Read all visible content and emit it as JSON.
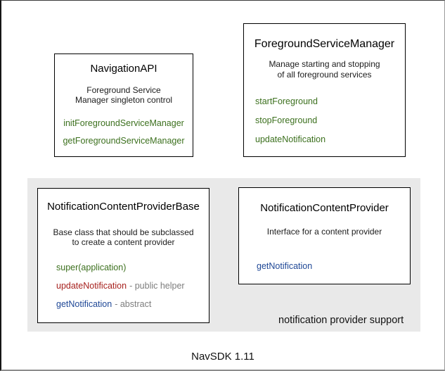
{
  "frame": {
    "footer_label": "NavSDK 1.11"
  },
  "panel": {
    "label": "notification provider support",
    "background": "#e9e9e9"
  },
  "colors": {
    "method_green": "#3c701e",
    "method_red": "#a7221f",
    "method_blue": "#1e4796",
    "suffix_gray": "#7d7d7d"
  },
  "boxes": {
    "navigation_api": {
      "title": "NavigationAPI",
      "desc_line1": "Foreground Service",
      "desc_line2": "Manager singleton control",
      "methods": [
        {
          "name": "initForegroundServiceManager"
        },
        {
          "name": "getForegroundServiceManager"
        }
      ]
    },
    "foreground_service_manager": {
      "title": "ForegroundServiceManager",
      "desc_line1": "Manage starting and stopping",
      "desc_line2": "of all foreground services",
      "methods": [
        {
          "name": "startForeground"
        },
        {
          "name": "stopForeground"
        },
        {
          "name": "updateNotification"
        }
      ]
    },
    "notification_content_provider_base": {
      "title": "NotificationContentProviderBase",
      "desc_line1": "Base class that should be subclassed",
      "desc_line2": "to create a content provider",
      "methods": [
        {
          "name": "super(application)"
        },
        {
          "name": "updateNotification",
          "suffix": "- public helper"
        },
        {
          "name": "getNotification",
          "suffix": "- abstract"
        }
      ]
    },
    "notification_content_provider": {
      "title": "NotificationContentProvider",
      "desc_line1": "Interface for a content provider",
      "methods": [
        {
          "name": "getNotification"
        }
      ]
    }
  }
}
